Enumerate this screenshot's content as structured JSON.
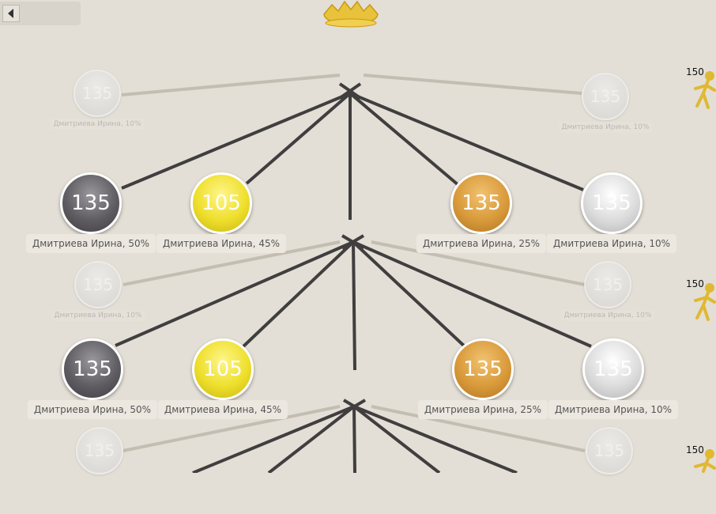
{
  "header": {
    "back_button": "back",
    "crown_icon": "crown-icon"
  },
  "levels": [
    {
      "ghosts": [
        {
          "value": "135",
          "label": "Дмитриева  Ирина, 10%"
        },
        {
          "value": "135",
          "label": "Дмитриева  Ирина, 10%"
        }
      ],
      "nodes": [
        {
          "value": "135",
          "label": "Дмитриева  Ирина, 50%",
          "color": "dark"
        },
        {
          "value": "105",
          "label": "Дмитриева  Ирина, 45%",
          "color": "yellow"
        },
        {
          "value": "135",
          "label": "Дмитриева  Ирина, 25%",
          "color": "bronze"
        },
        {
          "value": "135",
          "label": "Дмитриева  Ирина, 10%",
          "color": "silver"
        }
      ],
      "badge": "150"
    },
    {
      "ghosts": [
        {
          "value": "135",
          "label": "Дмитриева  Ирина, 10%"
        },
        {
          "value": "135",
          "label": "Дмитриева  Ирина, 10%"
        }
      ],
      "nodes": [
        {
          "value": "135",
          "label": "Дмитриева  Ирина, 50%",
          "color": "dark"
        },
        {
          "value": "105",
          "label": "Дмитриева  Ирина, 45%",
          "color": "yellow"
        },
        {
          "value": "135",
          "label": "Дмитриева  Ирина, 25%",
          "color": "bronze"
        },
        {
          "value": "135",
          "label": "Дмитриева  Ирина, 10%",
          "color": "silver"
        }
      ],
      "badge": "150"
    },
    {
      "ghosts": [
        {
          "value": "135",
          "label": ""
        },
        {
          "value": "135",
          "label": ""
        }
      ],
      "badge": "150"
    }
  ],
  "colors": {
    "background": "#e3dfd6",
    "line": "#403e3e",
    "ghost_line": "#c3bdb2",
    "badge_gold": "#e0b832"
  }
}
